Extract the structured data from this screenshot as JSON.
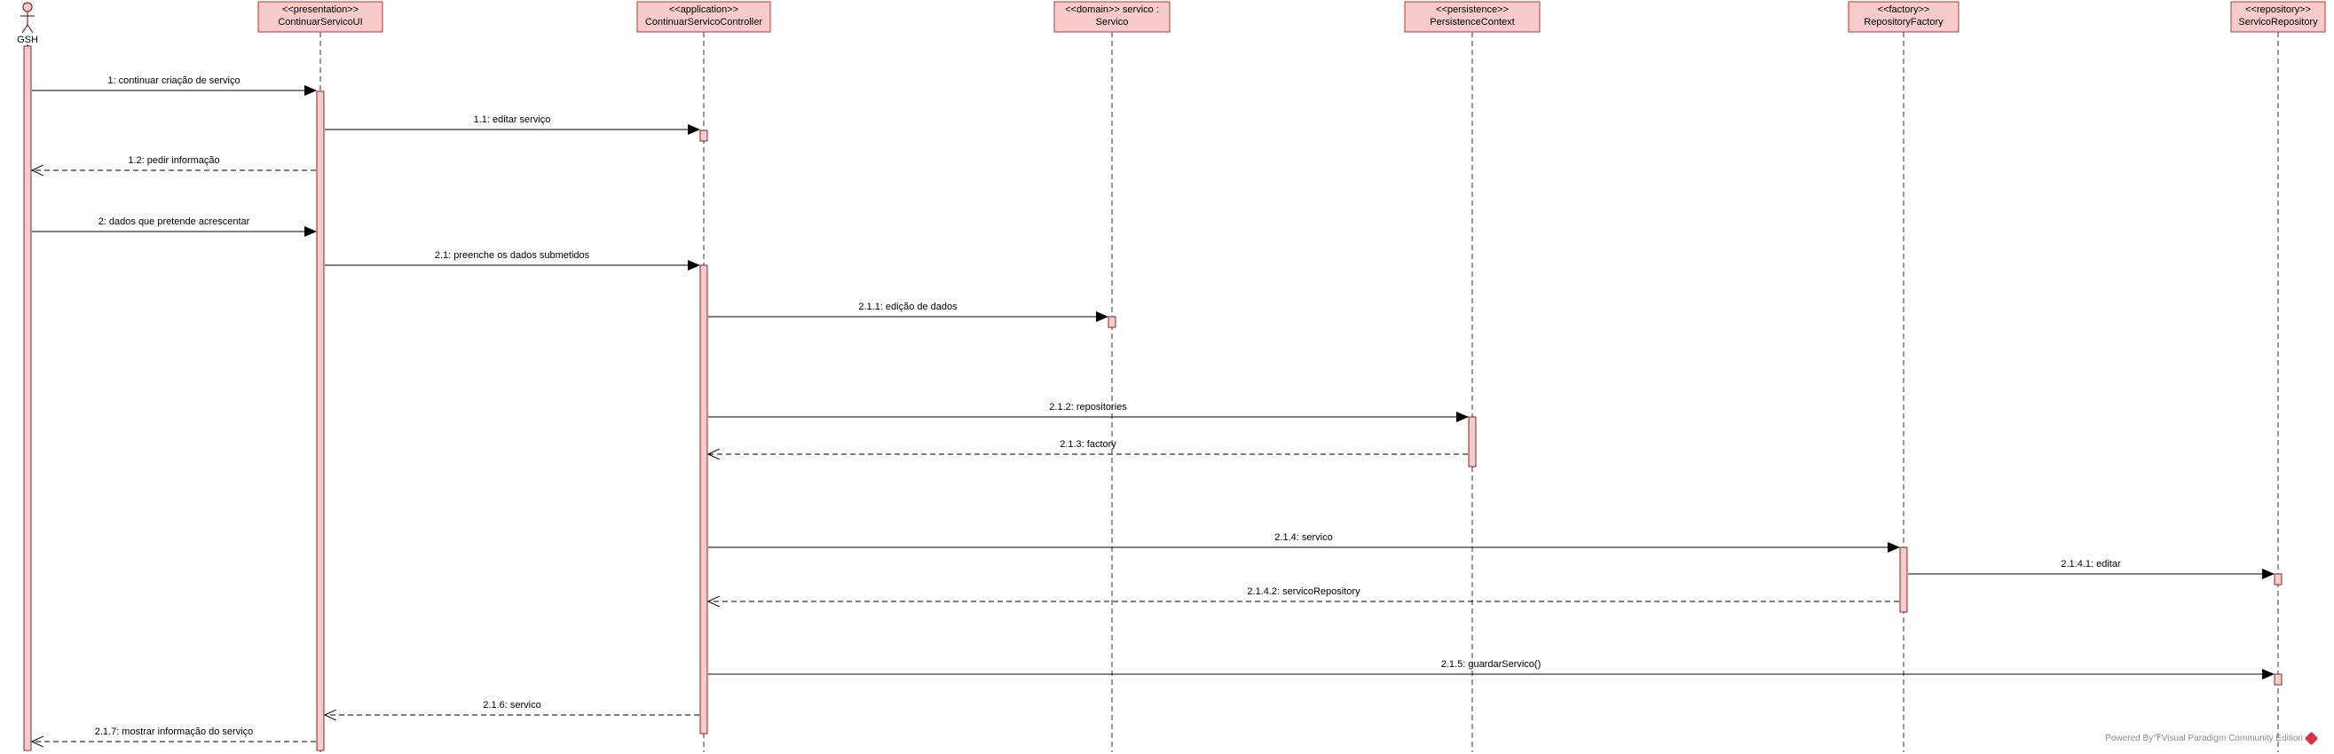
{
  "colors": {
    "participant_fill": "#f8cbcb",
    "participant_stroke": "#b03a3a",
    "activation_fill": "#f8cbcb",
    "line": "#000000"
  },
  "actor": {
    "name": "GSH",
    "icon": "stick-figure-actor-icon"
  },
  "participants": [
    {
      "id": "ui",
      "stereotype": "<<presentation>>",
      "name": "ContinuarServicoUI"
    },
    {
      "id": "ctrl",
      "stereotype": "<<application>>",
      "name": "ContinuarServicoController"
    },
    {
      "id": "servico",
      "stereotype": "<<domain>> servico :",
      "name": "Servico"
    },
    {
      "id": "pc",
      "stereotype": "<<persistence>>",
      "name": "PersistenceContext"
    },
    {
      "id": "rf",
      "stereotype": "<<factory>>",
      "name": "RepositoryFactory"
    },
    {
      "id": "sr",
      "stereotype": "<<repository>>",
      "name": "ServicoRepository"
    }
  ],
  "messages": [
    {
      "from": "actor",
      "to": "ui",
      "type": "sync",
      "label": "1: continuar criação de serviço"
    },
    {
      "from": "ui",
      "to": "ctrl",
      "type": "sync",
      "label": "1.1: editar serviço"
    },
    {
      "from": "ui",
      "to": "actor",
      "type": "return",
      "label": "1.2: pedir informação"
    },
    {
      "from": "actor",
      "to": "ui",
      "type": "sync",
      "label": "2: dados que pretende acrescentar"
    },
    {
      "from": "ui",
      "to": "ctrl",
      "type": "sync",
      "label": "2.1: preenche os dados submetidos"
    },
    {
      "from": "ctrl",
      "to": "servico",
      "type": "sync",
      "label": "2.1.1: edição de dados"
    },
    {
      "from": "ctrl",
      "to": "pc",
      "type": "sync",
      "label": "2.1.2: repositories"
    },
    {
      "from": "pc",
      "to": "ctrl",
      "type": "return",
      "label": "2.1.3: factory"
    },
    {
      "from": "ctrl",
      "to": "rf",
      "type": "sync",
      "label": "2.1.4: servico"
    },
    {
      "from": "rf",
      "to": "sr",
      "type": "sync",
      "label": "2.1.4.1: editar"
    },
    {
      "from": "rf",
      "to": "ctrl",
      "type": "return",
      "label": "2.1.4.2: servicoRepository"
    },
    {
      "from": "ctrl",
      "to": "sr",
      "type": "sync",
      "label": "2.1.5: guardarServico()"
    },
    {
      "from": "ctrl",
      "to": "ui",
      "type": "return",
      "label": "2.1.6: servico"
    },
    {
      "from": "ui",
      "to": "actor",
      "type": "return",
      "label": "2.1.7: mostrar informação do serviço"
    }
  ],
  "footer": {
    "text": "Powered By℉Visual Paradigm Community Edition",
    "icon": "visual-paradigm-logo-icon"
  }
}
